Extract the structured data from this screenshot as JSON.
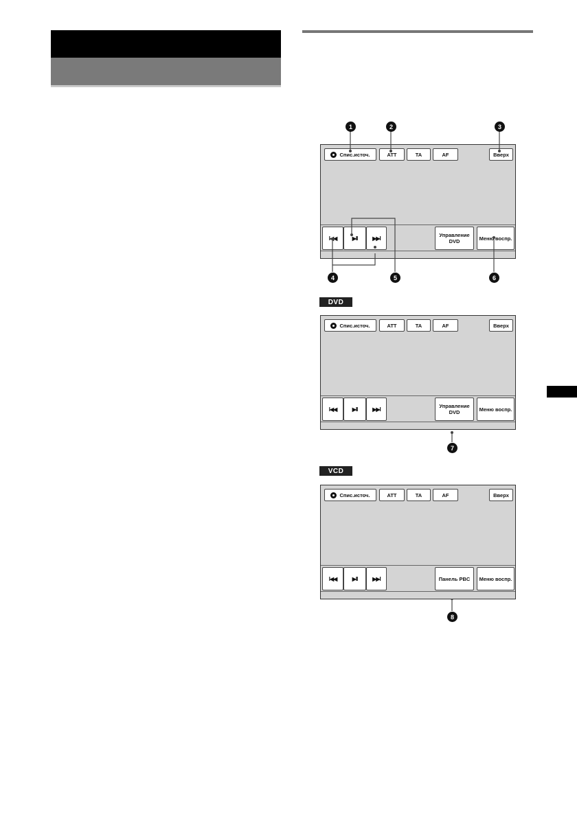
{
  "screens": [
    {
      "label": "",
      "buttons": {
        "source_list": "Спис.источ.",
        "att": "ATT",
        "ta": "TA",
        "af": "AF",
        "up": "Вверх",
        "prev": "I◀◀",
        "play_pause": "▶II",
        "next": "▶▶I",
        "mid_line1": "Управление",
        "mid_line2": "DVD",
        "play_menu": "Меню воспр."
      }
    },
    {
      "label": "DVD",
      "buttons": {
        "source_list": "Спис.источ.",
        "att": "ATT",
        "ta": "TA",
        "af": "AF",
        "up": "Вверх",
        "prev": "I◀◀",
        "play_pause": "▶II",
        "next": "▶▶I",
        "mid_line1": "Управление",
        "mid_line2": "DVD",
        "play_menu": "Меню воспр."
      }
    },
    {
      "label": "VCD",
      "buttons": {
        "source_list": "Спис.источ.",
        "att": "ATT",
        "ta": "TA",
        "af": "AF",
        "up": "Вверх",
        "prev": "I◀◀",
        "play_pause": "▶II",
        "next": "▶▶I",
        "mid_line1": "Панель PBC",
        "mid_line2": "",
        "play_menu": "Меню воспр."
      }
    }
  ],
  "callouts": {
    "c1": "1",
    "c2": "2",
    "c3": "3",
    "c4": "4",
    "c5": "5",
    "c6": "6",
    "c7": "7",
    "c8": "8"
  }
}
